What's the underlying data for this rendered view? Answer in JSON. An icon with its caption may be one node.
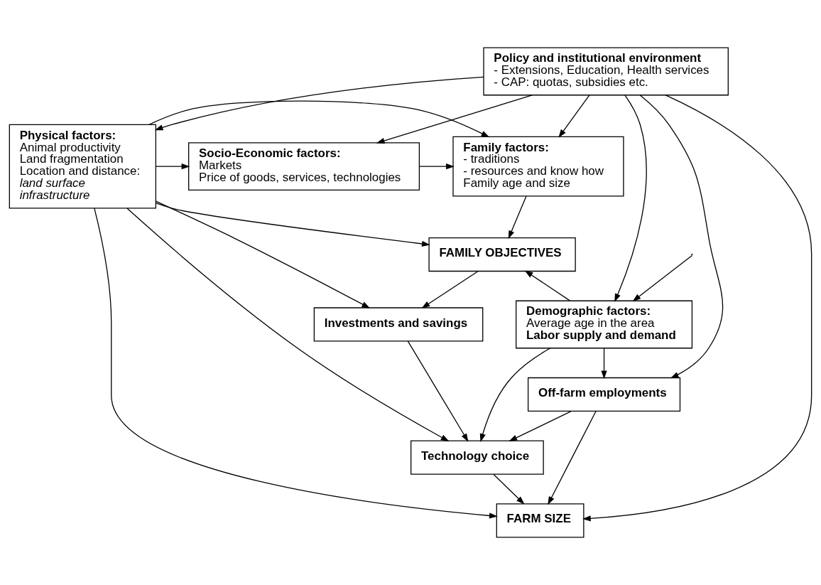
{
  "diagram": {
    "nodes": [
      {
        "text": [
          "Policy and institutional environment",
          "- Extensions, Education, Health services",
          "- CAP: quotas, subsidies etc."
        ]
      },
      {
        "text": [
          "Physical factors:",
          "Animal productivity",
          "Land fragmentation",
          "Location and distance:",
          "land surface",
          "infrastructure"
        ]
      },
      {
        "text": [
          "Family factors:",
          " - traditions",
          " - resources and know how",
          "Family age and size"
        ]
      },
      {
        "text": [
          "Socio-Economic factors:",
          "Markets",
          "Price of goods, services, technologies"
        ]
      },
      {
        "text": [
          "FAMILY OBJECTIVES"
        ]
      },
      {
        "text": [
          "Investments and savings"
        ]
      },
      {
        "text": [
          "Demographic factors:",
          "Average age in the area",
          "Labor supply and demand"
        ]
      },
      {
        "text": [
          "Technology choice"
        ]
      },
      {
        "text": [
          "Off-farm employments"
        ]
      },
      {
        "text": [
          "FARM SIZE"
        ]
      }
    ],
    "edges": [
      {
        "from": 0,
        "to": 1,
        "arrow": "to"
      },
      {
        "from": 0,
        "to": 2,
        "arrow": "to"
      },
      {
        "from": 0,
        "to": 3,
        "arrow": "to"
      },
      {
        "from": 0,
        "to": 6,
        "arrow": "to"
      },
      {
        "from": 0,
        "to": 8,
        "arrow": "to"
      },
      {
        "from": 0,
        "to": 9,
        "arrow": "to"
      },
      {
        "from": 1,
        "to": 2,
        "arrow": "to"
      },
      {
        "from": 1,
        "to": 3,
        "arrow": "to"
      },
      {
        "from": 1,
        "to": 4,
        "arrow": "to"
      },
      {
        "from": 3,
        "to": 2,
        "arrow": "to"
      },
      {
        "from": 2,
        "to": 4,
        "arrow": "to"
      },
      {
        "from": 1,
        "to": 5,
        "arrow": "to"
      },
      {
        "from": 1,
        "to": 7,
        "arrow": "to"
      },
      {
        "from": 1,
        "to": 9,
        "arrow": "to"
      },
      {
        "from": 4,
        "to": 5,
        "arrow": "to"
      },
      {
        "from": null,
        "to": 6,
        "arrow": "to"
      },
      {
        "from": 6,
        "to": 4,
        "arrow": "to"
      },
      {
        "from": 6,
        "to": 7,
        "arrow": "to"
      },
      {
        "from": 8,
        "to": 7,
        "arrow": "to"
      },
      {
        "from": 5,
        "to": 7,
        "arrow": "to"
      },
      {
        "from": 6,
        "to": 8,
        "arrow": "to"
      },
      {
        "from": 7,
        "to": 9,
        "arrow": "to"
      },
      {
        "from": 8,
        "to": 9,
        "arrow": "to"
      }
    ]
  }
}
